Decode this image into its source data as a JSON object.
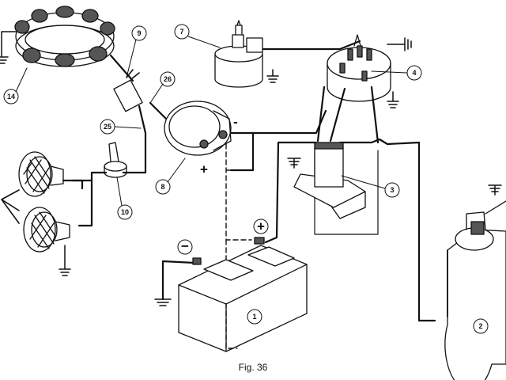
{
  "caption": "Fig. 36",
  "callouts": {
    "alternator": "14",
    "fuse": "9",
    "wire_26": "26",
    "wire_25": "25",
    "ammeter": "8",
    "switch": "10",
    "ignition": "7",
    "key_switch": "4",
    "solenoid": "3",
    "battery": "1",
    "starter": "2"
  },
  "symbols": {
    "ammeter_plus": "+",
    "ammeter_minus": "-",
    "battery_negative": "−",
    "battery_positive": "+"
  },
  "colors": {
    "line": "#111111",
    "fill": "#ffffff",
    "shade": "#555555"
  }
}
